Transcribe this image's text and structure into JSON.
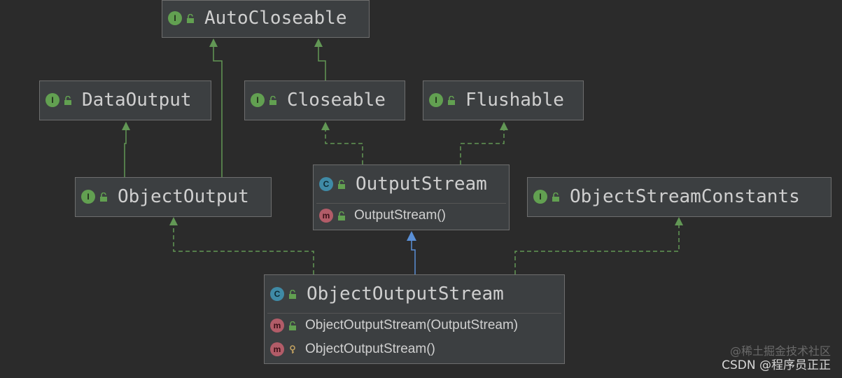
{
  "nodes": {
    "autocloseable": {
      "kind": "interface",
      "badge": "I",
      "name": "AutoCloseable"
    },
    "dataoutput": {
      "kind": "interface",
      "badge": "I",
      "name": "DataOutput"
    },
    "closeable": {
      "kind": "interface",
      "badge": "I",
      "name": "Closeable"
    },
    "flushable": {
      "kind": "interface",
      "badge": "I",
      "name": "Flushable"
    },
    "objectoutput": {
      "kind": "interface",
      "badge": "I",
      "name": "ObjectOutput"
    },
    "outputstream": {
      "kind": "class",
      "badge": "C",
      "name": "OutputStream",
      "members": [
        {
          "badge": "m",
          "text": "OutputStream()",
          "access": "public"
        }
      ]
    },
    "objectstreamconstants": {
      "kind": "interface",
      "badge": "I",
      "name": "ObjectStreamConstants"
    },
    "objectoutputstream": {
      "kind": "class",
      "badge": "C",
      "name": "ObjectOutputStream",
      "members": [
        {
          "badge": "m",
          "text": "ObjectOutputStream(OutputStream)",
          "access": "public"
        },
        {
          "badge": "m",
          "text": "ObjectOutputStream()",
          "access": "protected"
        }
      ]
    }
  },
  "edges": [
    {
      "from": "closeable",
      "to": "autocloseable",
      "type": "extends"
    },
    {
      "from": "objectoutput",
      "to": "autocloseable",
      "type": "extends"
    },
    {
      "from": "objectoutput",
      "to": "dataoutput",
      "type": "extends"
    },
    {
      "from": "outputstream",
      "to": "closeable",
      "type": "implements"
    },
    {
      "from": "outputstream",
      "to": "flushable",
      "type": "implements"
    },
    {
      "from": "objectoutputstream",
      "to": "objectoutput",
      "type": "implements"
    },
    {
      "from": "objectoutputstream",
      "to": "outputstream",
      "type": "extends-class"
    },
    {
      "from": "objectoutputstream",
      "to": "objectstreamconstants",
      "type": "implements"
    }
  ],
  "colors": {
    "interface_edge": "#629755",
    "class_edge": "#5a8fd6"
  },
  "watermark": {
    "line1": "@稀土掘金技术社区",
    "line2": "CSDN @程序员正正"
  }
}
